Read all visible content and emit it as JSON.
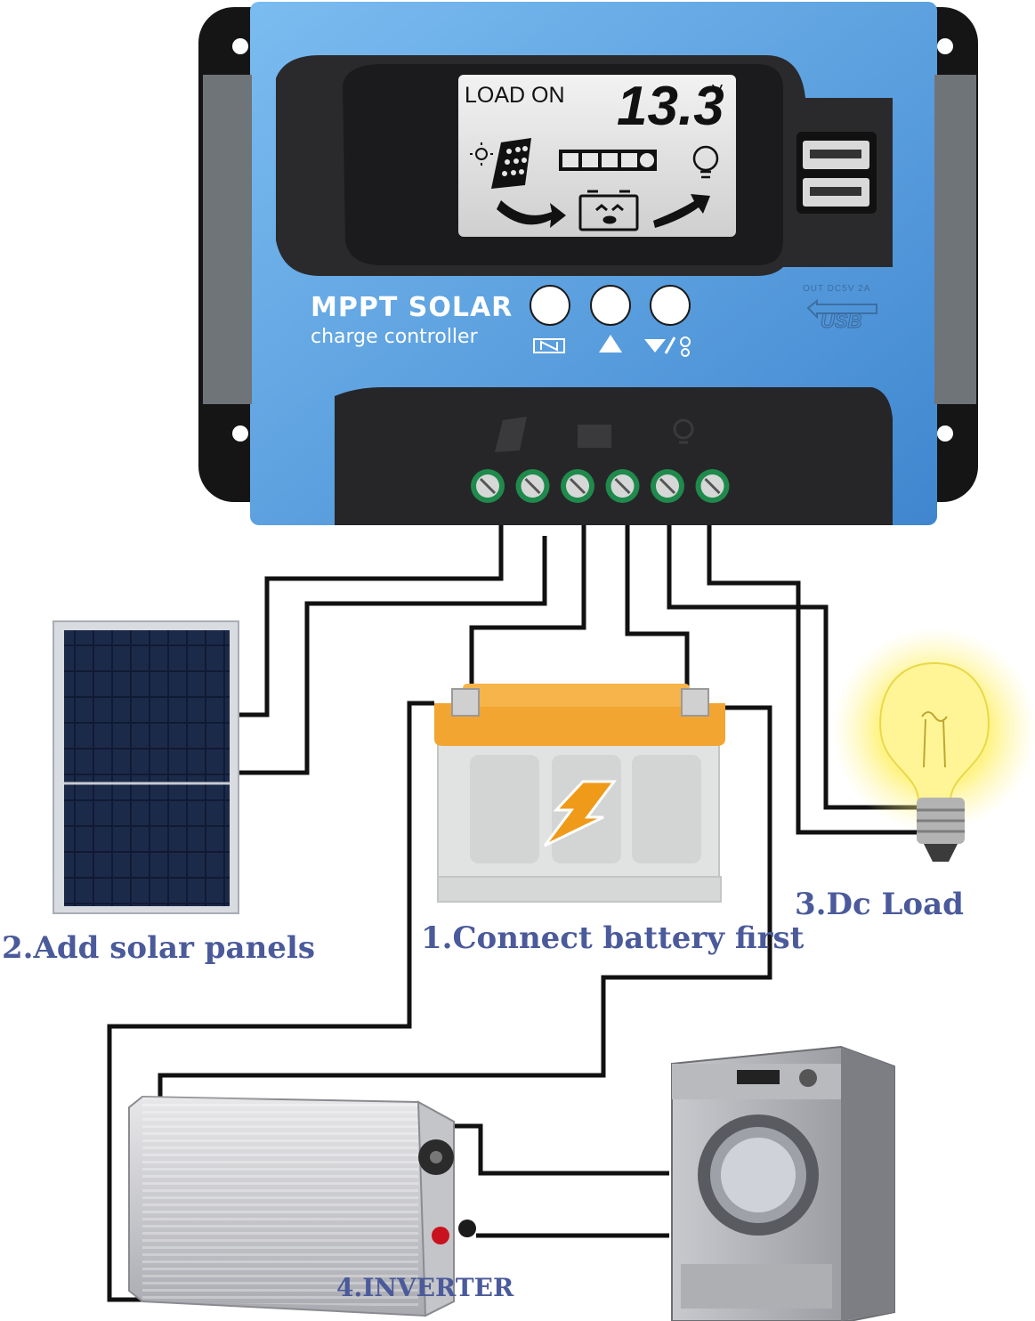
{
  "controller": {
    "lcd_status": "LOAD ON",
    "lcd_voltage": "13.3",
    "lcd_unit": "V",
    "brand_title": "MPPT SOLAR",
    "brand_subtitle": "charge controller",
    "usb_caption": "OUT DC5V 2A",
    "usb_logo": "USB",
    "buttons": [
      {
        "name": "menu-button",
        "icon": "menu-icon"
      },
      {
        "name": "up-button",
        "icon": "up-arrow-icon"
      },
      {
        "name": "down-button",
        "icon": "down-load-icon"
      }
    ],
    "terminals": 6
  },
  "labels": {
    "battery": "1.Connect battery first",
    "solar": "2.Add solar panels",
    "load": "3.Dc Load",
    "inverter": "4.INVERTER"
  },
  "colors": {
    "controller_blue": "#5aa0e0",
    "label_color": "#4a5a9a",
    "battery_orange": "#f2a531",
    "bolt_orange": "#f09a1a"
  }
}
